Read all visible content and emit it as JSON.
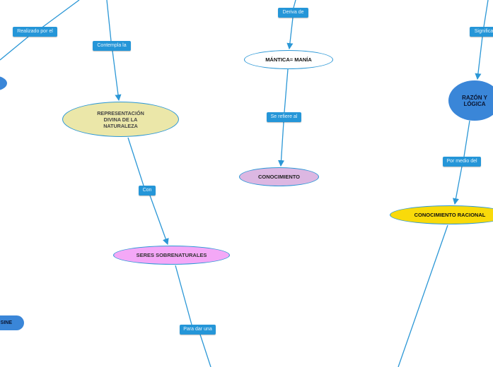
{
  "nodes": {
    "mantica": "MÁNTICA= MANÍA",
    "representacion": "REPRESENTACIÓN DIVINA DE LA NATURALEZA",
    "conocimiento": "CONOCIMIENTO",
    "seres": "SERES SOBRENATURALES",
    "razon": "RAZÓN Y LÓGICA",
    "racional": "CONOCIMIENTO RACIONAL",
    "sine": "SINE"
  },
  "labels": {
    "realizado": "Realizado por el",
    "contempla": "Contempla la",
    "deriva": "Deriva de",
    "refiere": "Se refiere al",
    "significa": "Significa",
    "con": "Con",
    "por_medio": "Por medio del",
    "para_dar": "Para dar una"
  },
  "colors": {
    "connector": "#2b97d6",
    "label_bg": "#2596d8",
    "representacion": "#ebe7a9",
    "conocimiento": "#dcb7e2",
    "seres": "#f4a8f7",
    "razon": "#3a86d8",
    "racional": "#f9da0a"
  }
}
